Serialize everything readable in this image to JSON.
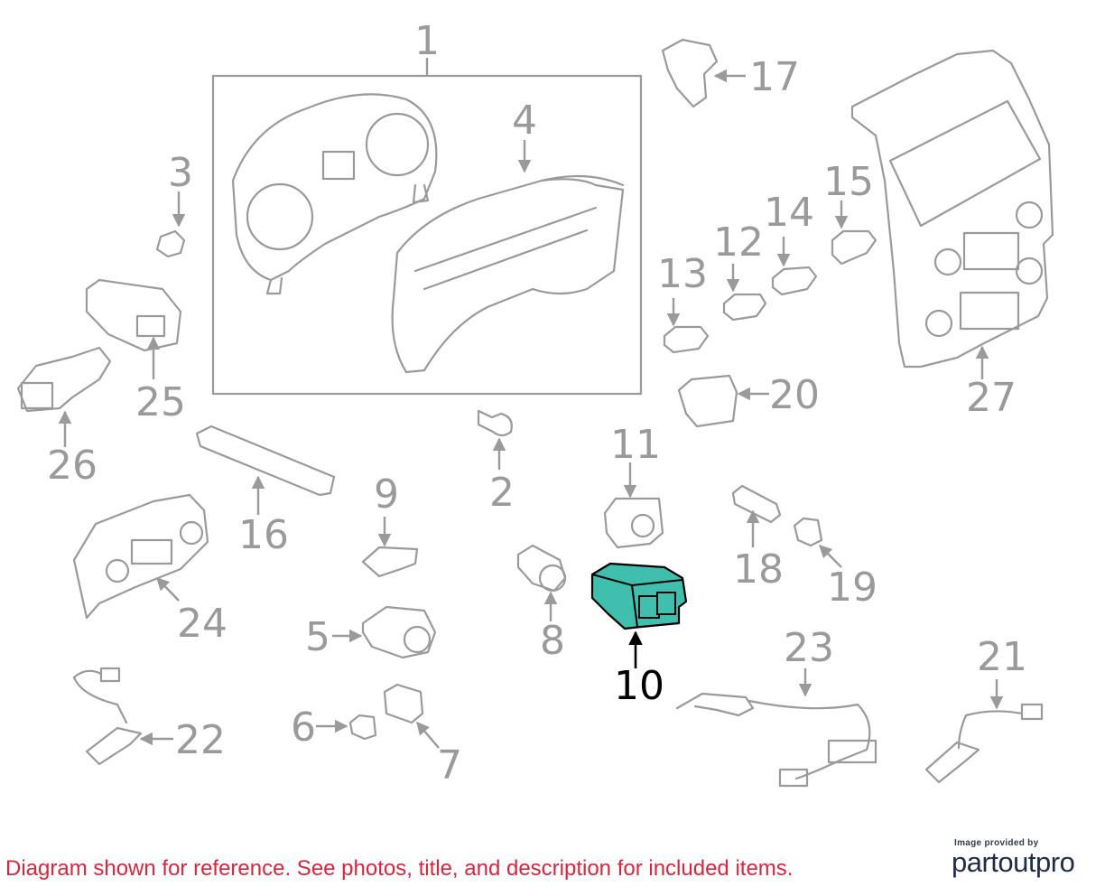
{
  "callouts": {
    "c1": "1",
    "c2": "2",
    "c3": "3",
    "c4": "4",
    "c5": "5",
    "c6": "6",
    "c7": "7",
    "c8": "8",
    "c9": "9",
    "c10": "10",
    "c11": "11",
    "c12": "12",
    "c13": "13",
    "c14": "14",
    "c15": "15",
    "c16": "16",
    "c17": "17",
    "c18": "18",
    "c19": "19",
    "c20": "20",
    "c21": "21",
    "c22": "22",
    "c23": "23",
    "c24": "24",
    "c25": "25",
    "c26": "26",
    "c27": "27"
  },
  "highlighted_part": "10",
  "colors": {
    "highlight": "#40bfae",
    "highlight_label": "#000000",
    "line": "#9a9a9a",
    "disclaimer": "#d7263d",
    "brand": "#1f2b4a"
  },
  "footer": {
    "disclaimer": "Diagram shown for reference. See photos, title, and description for included items.",
    "credit_small": "Image provided by",
    "credit_brand": "partoutpro"
  }
}
